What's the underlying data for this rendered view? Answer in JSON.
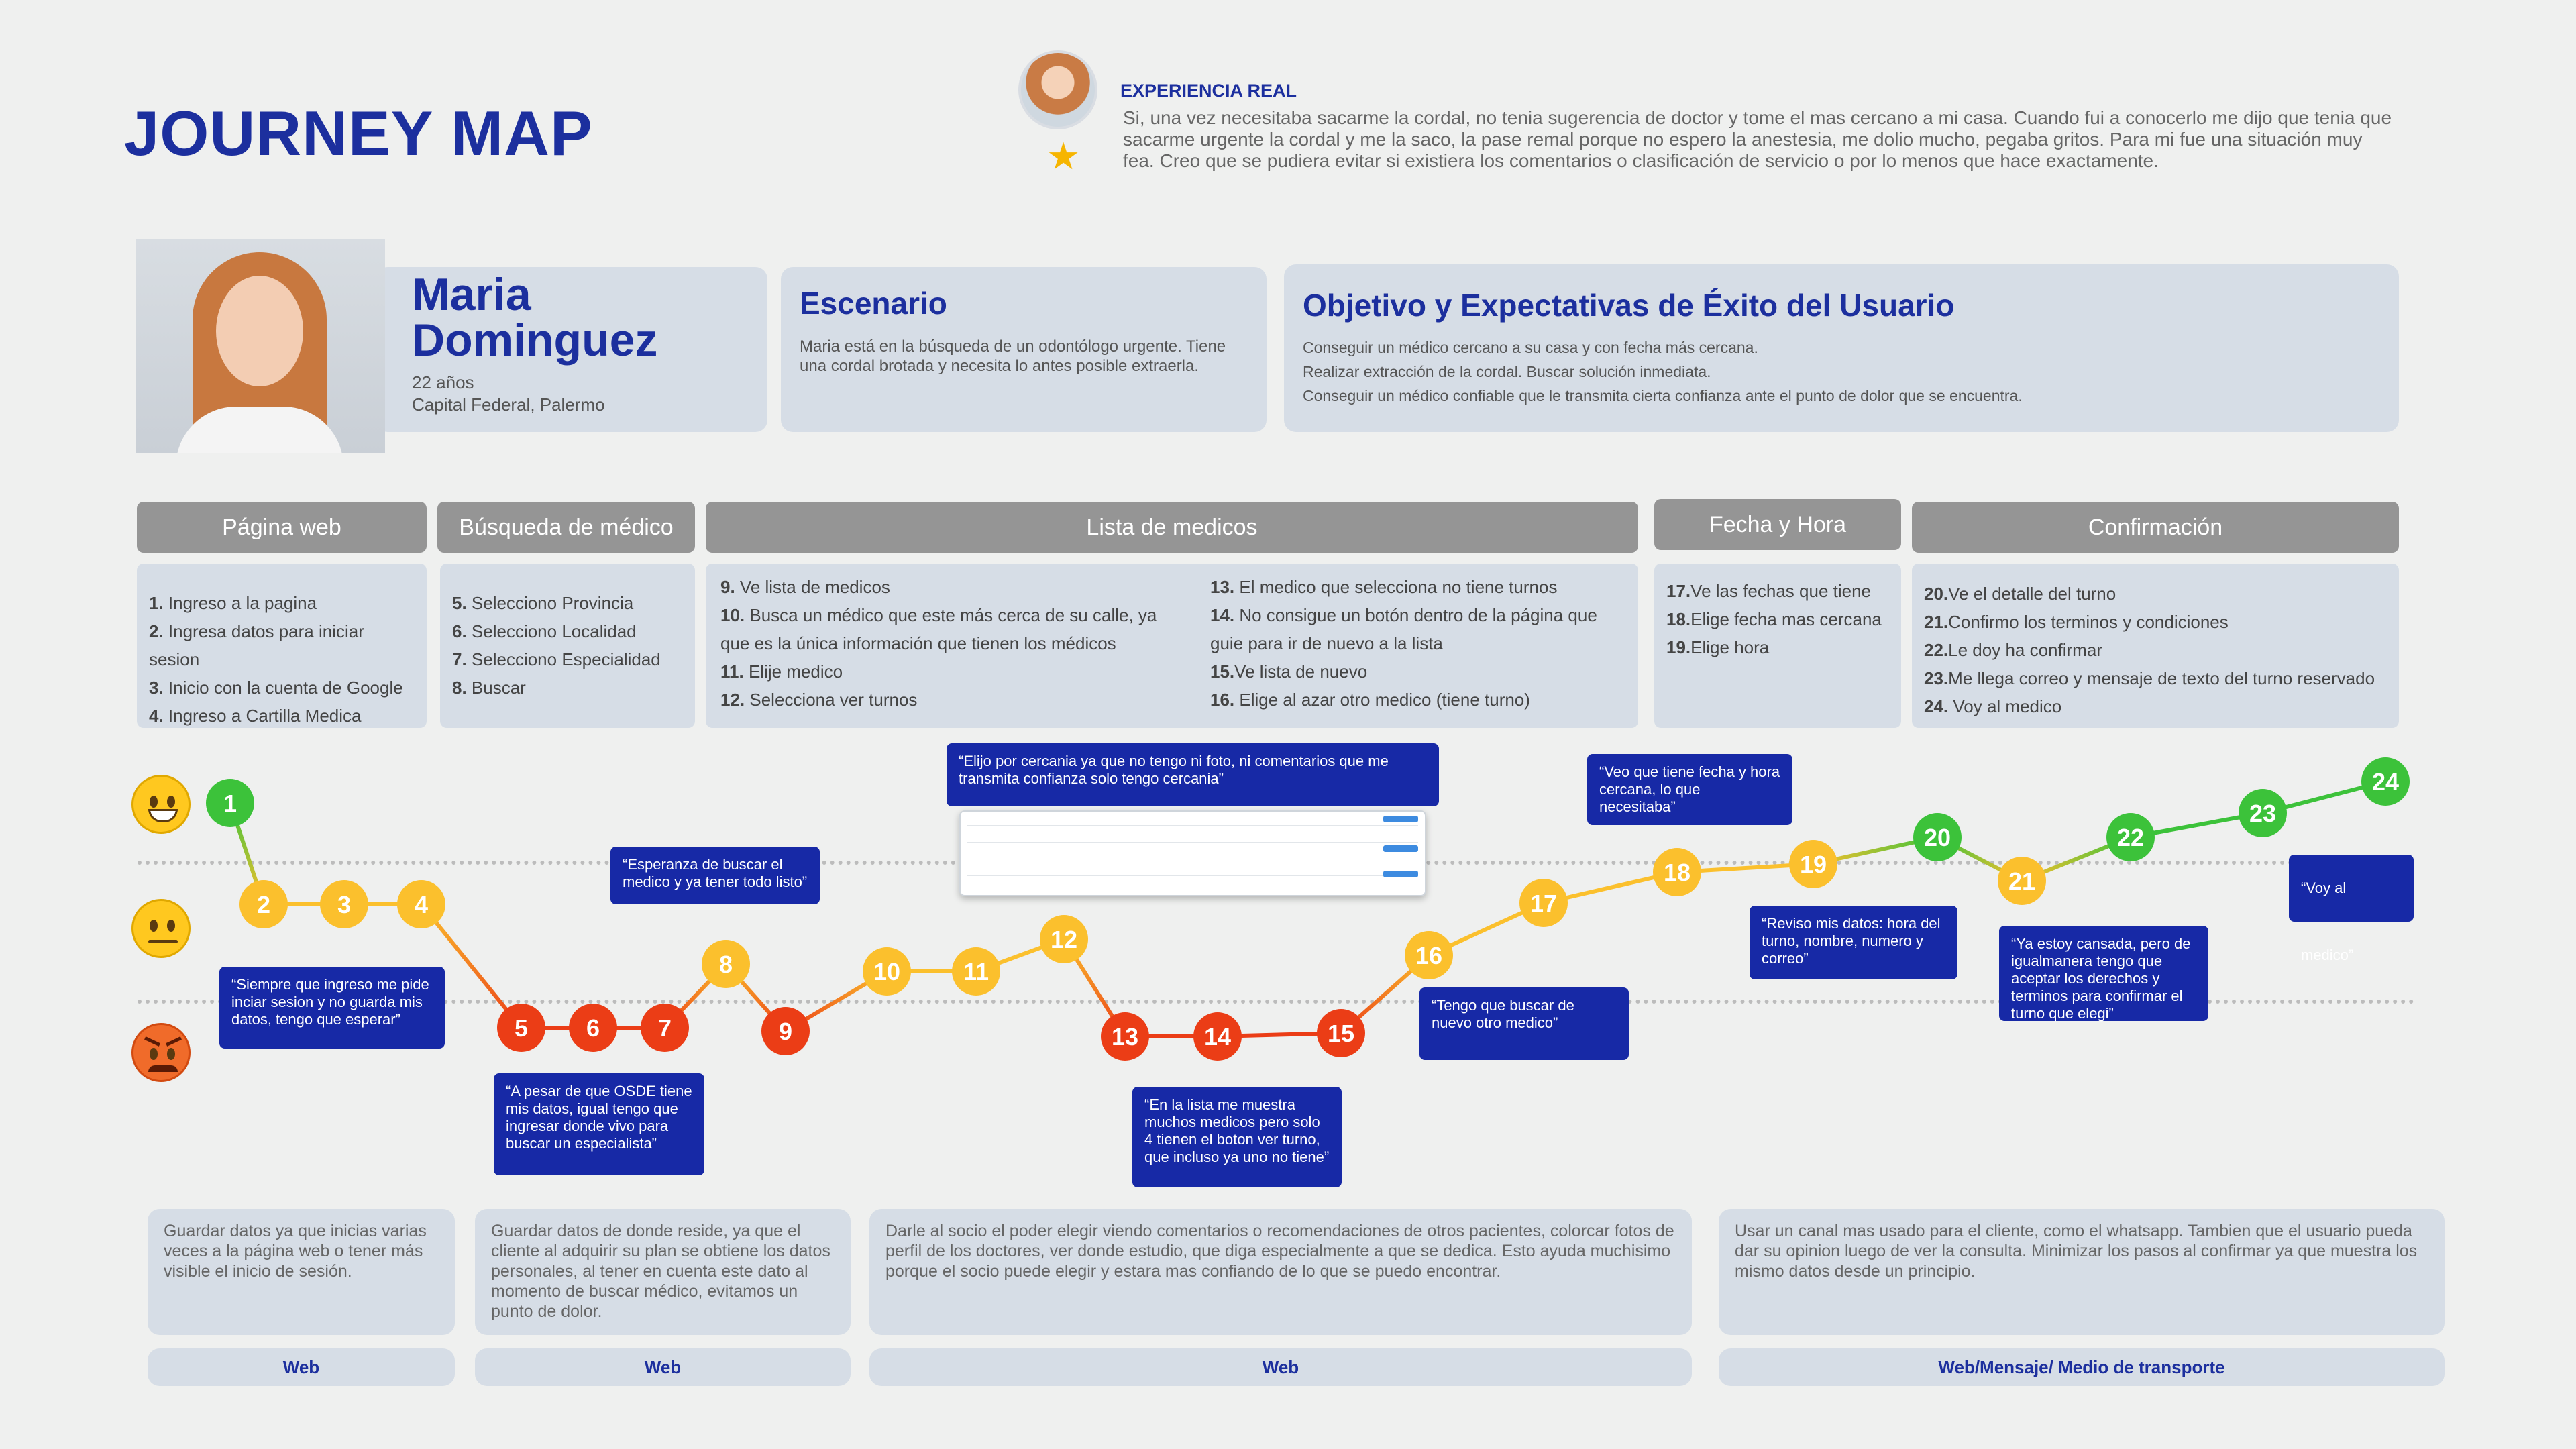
{
  "title": "JOURNEY MAP",
  "experience": {
    "label": "EXPERIENCIA REAL",
    "text": "Si, una vez necesitaba sacarme la cordal, no tenia sugerencia de doctor y tome el mas cercano a mi casa. Cuando fui a conocerlo me dijo que tenia que sacarme urgente la cordal y me la saco, la pase remal porque no espero la anestesia, me dolio mucho, pegaba gritos. Para mi fue una situación muy fea. Creo que se pudiera evitar si existiera los comentarios o clasificación de servicio o por lo menos que hace exactamente."
  },
  "persona": {
    "name": "Maria Dominguez",
    "age": "22 años",
    "location": "Capital Federal, Palermo"
  },
  "scenario": {
    "title": "Escenario",
    "text": "Maria está en la búsqueda de un odontólogo urgente. Tiene una cordal brotada y necesita lo antes posible extraerla."
  },
  "objective": {
    "title": "Objetivo y Expectativas de Éxito del Usuario",
    "lines": [
      "Conseguir un médico cercano a su casa y con fecha más cercana.",
      "Realizar extracción de la cordal. Buscar solución inmediata.",
      "Conseguir un médico confiable que le transmita cierta confianza ante el punto de dolor que se encuentra."
    ]
  },
  "phases": [
    "Página web",
    "Búsqueda de médico",
    "Lista de medicos",
    "Fecha y Hora",
    "Confirmación"
  ],
  "steps": {
    "web": [
      {
        "n": "1.",
        "t": " Ingreso a la pagina"
      },
      {
        "n": "2.",
        "t": " Ingresa datos para iniciar sesion"
      },
      {
        "n": "3.",
        "t": " Inicio con la cuenta de Google"
      },
      {
        "n": "4.",
        "t": " Ingreso a Cartilla Medica"
      }
    ],
    "busqueda": [
      {
        "n": "5.",
        "t": " Selecciono Provincia"
      },
      {
        "n": "6.",
        "t": " Selecciono Localidad"
      },
      {
        "n": "7.",
        "t": " Selecciono Especialidad"
      },
      {
        "n": "8.",
        "t": " Buscar"
      }
    ],
    "lista_a": [
      {
        "n": "9.",
        "t": " Ve lista de medicos"
      },
      {
        "n": "10.",
        "t": " Busca un médico que este más cerca de su calle, ya"
      },
      {
        "n": "",
        "t": "que es la única información que tienen los médicos"
      },
      {
        "n": "11.",
        "t": " Elije medico"
      },
      {
        "n": "12.",
        "t": " Selecciona ver turnos"
      }
    ],
    "lista_b": [
      {
        "n": "13.",
        "t": " El medico que selecciona no tiene turnos"
      },
      {
        "n": "14.",
        "t": " No consigue un botón dentro de la página que"
      },
      {
        "n": "",
        "t": "guie para ir de nuevo a la lista"
      },
      {
        "n": "15.",
        "t": "Ve lista de nuevo"
      },
      {
        "n": "16.",
        "t": " Elige al azar otro medico (tiene turno)"
      }
    ],
    "fecha": [
      {
        "n": "17.",
        "t": "Ve las fechas que tiene"
      },
      {
        "n": "18.",
        "t": "Elige fecha mas cercana"
      },
      {
        "n": "19.",
        "t": "Elige hora"
      }
    ],
    "confirm": [
      {
        "n": "20.",
        "t": "Ve el detalle del turno"
      },
      {
        "n": "21.",
        "t": "Confirmo los terminos y condiciones"
      },
      {
        "n": "22.",
        "t": "Le doy ha confirmar"
      },
      {
        "n": "23.",
        "t": "Me llega correo y mensaje de texto del turno reservado"
      },
      {
        "n": "24.",
        "t": " Voy al medico"
      }
    ]
  },
  "chart_data": {
    "type": "line",
    "emotion_levels": [
      "happy",
      "neutral",
      "angry"
    ],
    "points": [
      {
        "step": "1",
        "level": "happy"
      },
      {
        "step": "2",
        "level": "neutral"
      },
      {
        "step": "3",
        "level": "neutral"
      },
      {
        "step": "4",
        "level": "neutral"
      },
      {
        "step": "5",
        "level": "angry"
      },
      {
        "step": "6",
        "level": "angry"
      },
      {
        "step": "7",
        "level": "angry"
      },
      {
        "step": "8",
        "level": "neutral"
      },
      {
        "step": "9",
        "level": "angry"
      },
      {
        "step": "10",
        "level": "neutral"
      },
      {
        "step": "11",
        "level": "neutral"
      },
      {
        "step": "12",
        "level": "neutral"
      },
      {
        "step": "13",
        "level": "angry"
      },
      {
        "step": "14",
        "level": "angry"
      },
      {
        "step": "15",
        "level": "angry"
      },
      {
        "step": "16",
        "level": "neutral"
      },
      {
        "step": "17",
        "level": "neutral"
      },
      {
        "step": "18",
        "level": "neutral"
      },
      {
        "step": "19",
        "level": "neutral"
      },
      {
        "step": "20",
        "level": "happy"
      },
      {
        "step": "21",
        "level": "neutral"
      },
      {
        "step": "22",
        "level": "happy"
      },
      {
        "step": "23",
        "level": "happy"
      },
      {
        "step": "24",
        "level": "happy"
      }
    ],
    "colors": {
      "happy": "#3cc23a",
      "neutral": "#fbc02d",
      "angry": "#eb3d16"
    }
  },
  "quotes": {
    "q1": "“Siempre que ingreso me pide inciar sesion y no guarda mis datos, tengo que esperar”",
    "q2": "“Esperanza de buscar el medico y ya tener todo listo”",
    "q3": "“A pesar de que OSDE tiene mis datos, igual tengo que ingresar donde vivo para buscar un especialista”",
    "q4": "“Elijo por cercania ya que no tengo ni foto, ni comentarios que me transmita confianza solo tengo cercania”",
    "q5": "“En la lista me muestra muchos medicos pero solo 4 tienen el boton ver turno, que incluso ya uno no tiene”",
    "q6": "“Tengo que buscar de nuevo otro medico”",
    "q7": "“Veo que tiene fecha y hora cercana, lo que necesitaba”",
    "q8": "“Reviso mis datos: hora del turno, nombre, numero y correo”",
    "q9": "“Ya estoy cansada, pero de igualmanera tengo que aceptar los derechos y terminos para confirmar el turno que elegi”",
    "q10": "“Voy al medico”"
  },
  "recommendations": [
    "Guardar datos ya que inicias varias veces a la página web o tener más visible el inicio de sesión.",
    "Guardar datos de donde reside, ya que el cliente al adquirir su plan se obtiene los datos personales, al tener en cuenta este dato al momento de buscar médico, evitamos un punto de dolor.",
    "Darle al socio el poder elegir viendo comentarios o recomendaciones de otros pacientes, colorcar fotos de perfil de los doctores, ver donde estudio, que diga especialmente a que se dedica. Esto ayuda muchisimo porque el socio puede elegir y estara mas confiando de lo que se puedo encontrar.",
    "Usar un canal mas usado para el cliente, como el whatsapp. Tambien que el usuario pueda dar su opinion luego de ver la consulta. Minimizar los pasos al confirmar ya que muestra los mismo datos desde un principio."
  ],
  "channels": [
    "Web",
    "Web",
    "Web",
    "Web/Mensaje/ Medio de transporte"
  ]
}
